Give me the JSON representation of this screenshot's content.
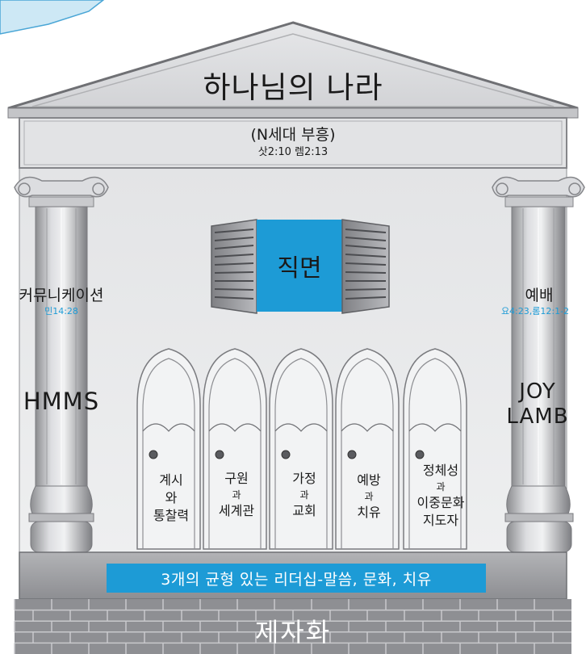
{
  "roof": {
    "title": "하나님의 나라"
  },
  "entablature": {
    "subtitle": "(N세대 부흥)",
    "verses": "삿2:10 렘2:13"
  },
  "window": {
    "label": "직면"
  },
  "left_pillar": {
    "title": "커뮤니케이션",
    "verse": "민14:28",
    "program": "HMMS"
  },
  "right_pillar": {
    "title": "예배",
    "verse": "요4:23,롬12:1-2",
    "program_line1": "JOY",
    "program_line2": "LAMB"
  },
  "doors": [
    {
      "line1": "계시",
      "line2": "와",
      "line3": "통찰력",
      "line4": ""
    },
    {
      "line1": "구원",
      "line2": "과",
      "line3": "세계관",
      "line4": ""
    },
    {
      "line1": "가정",
      "line2": "과",
      "line3": "교회",
      "line4": ""
    },
    {
      "line1": "예방",
      "line2": "과",
      "line3": "치유",
      "line4": ""
    },
    {
      "line1": "정체성",
      "line2": "과",
      "line3": "이중문화",
      "line4": "지도자"
    }
  ],
  "platform": {
    "banner": "3개의 균형 있는 리더십-말씀, 문화, 치유"
  },
  "foundation": {
    "label": "제자화"
  },
  "colors": {
    "accent_blue": "#1d9bd6",
    "stone": "#d9dadc",
    "dark_stone": "#8e8f93"
  }
}
